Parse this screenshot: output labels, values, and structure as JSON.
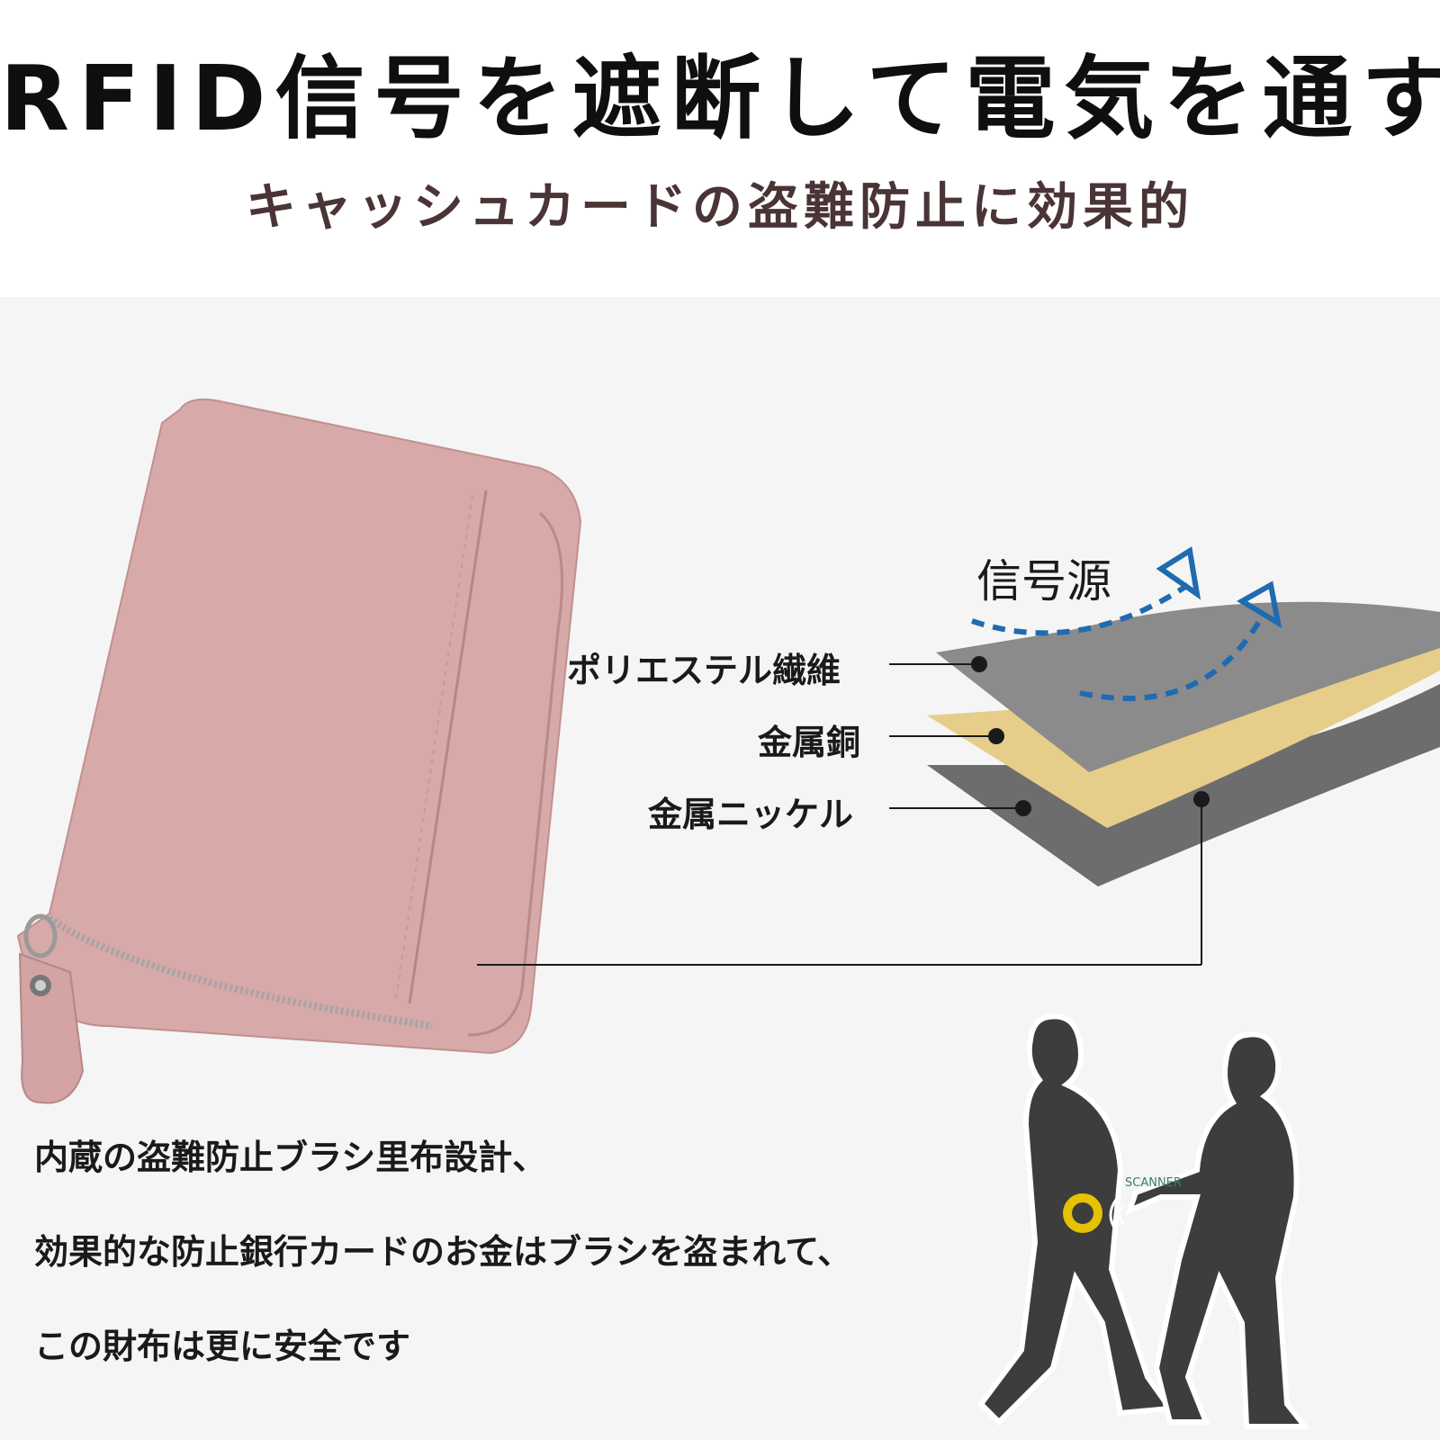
{
  "header": {
    "title": "RFID信号を遮断して電気を通す",
    "subtitle": "キャッシュカードの盗難防止に効果的"
  },
  "diagram": {
    "signal_source": "信号源",
    "layers": [
      {
        "label": "ポリエステル繊維",
        "color": "#8a8a8a"
      },
      {
        "label": "金属銅",
        "color": "#e8cf8c"
      },
      {
        "label": "金属ニッケル",
        "color": "#6e6e6e"
      }
    ],
    "arrow_color": "#1f6bb0",
    "scanner_text": "SCANNER"
  },
  "wallet": {
    "color": "#d6a8a8"
  },
  "description": [
    "内蔵の盗難防止ブラシ里布設計、",
    "効果的な防止銀行カードのお金はブラシを盗まれて、",
    "この財布は更に安全です"
  ]
}
